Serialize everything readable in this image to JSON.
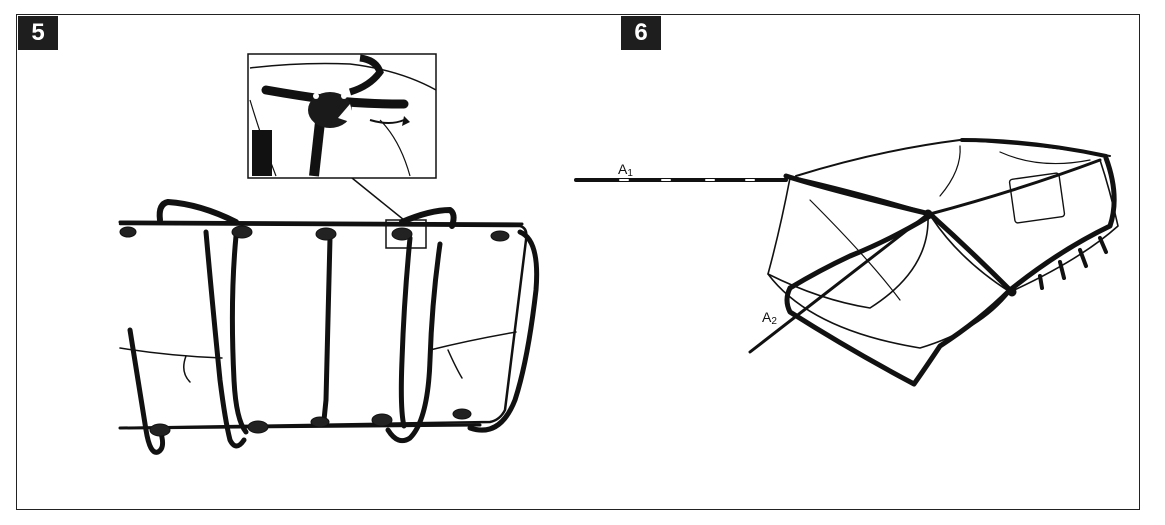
{
  "steps": [
    {
      "number": "5"
    },
    {
      "number": "6"
    }
  ],
  "labels": {
    "a1_main": "A",
    "a1_sub": "1",
    "a2_main": "A",
    "a2_sub": "2"
  },
  "colors": {
    "ink": "#111111",
    "badge": "#1e1e1e",
    "background": "#ffffff"
  }
}
